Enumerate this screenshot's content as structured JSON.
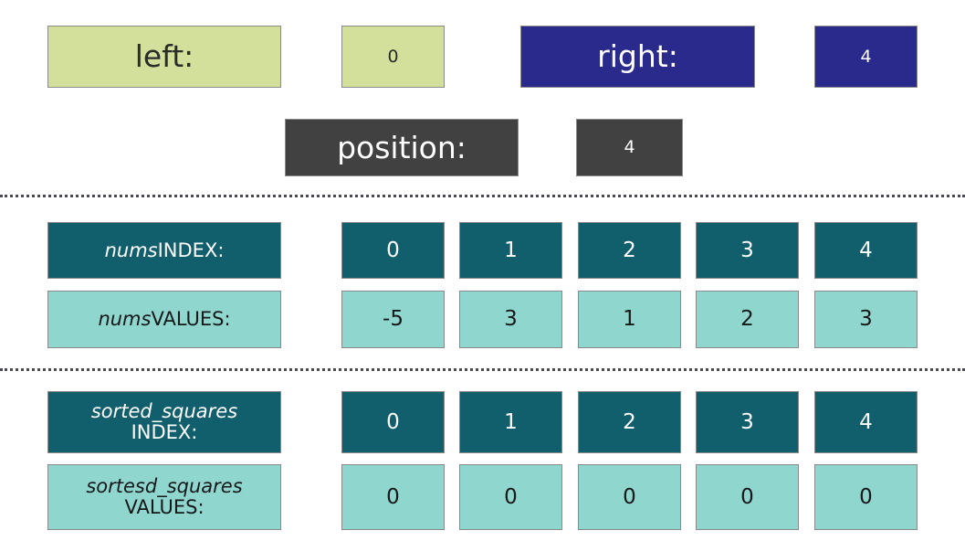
{
  "pointers": {
    "left": {
      "label": "left:",
      "value": "0"
    },
    "right": {
      "label": "right:",
      "value": "4"
    },
    "position": {
      "label": "position:",
      "value": "4"
    }
  },
  "nums_table": {
    "index_label_italic": "nums",
    "index_label_rest": " INDEX:",
    "values_label_italic": "nums",
    "values_label_rest": " VALUES:",
    "indices": [
      "0",
      "1",
      "2",
      "3",
      "4"
    ],
    "values": [
      "-5",
      "3",
      "1",
      "2",
      "3"
    ]
  },
  "sorted_squares_table": {
    "index_label_italic": "sorted_squares",
    "index_label_rest": "INDEX:",
    "values_label_italic": "sortesd_squares",
    "values_label_rest": "VALUES:",
    "indices": [
      "0",
      "1",
      "2",
      "3",
      "4"
    ],
    "values": [
      "0",
      "0",
      "0",
      "0",
      "0"
    ]
  },
  "colors": {
    "olive": "#d3e09b",
    "navy": "#2a2a8c",
    "gray": "#414141",
    "teal": "#115e6c",
    "mint": "#8fd6ce",
    "divider": "#4a4a55",
    "border": "#8a8a8a"
  }
}
